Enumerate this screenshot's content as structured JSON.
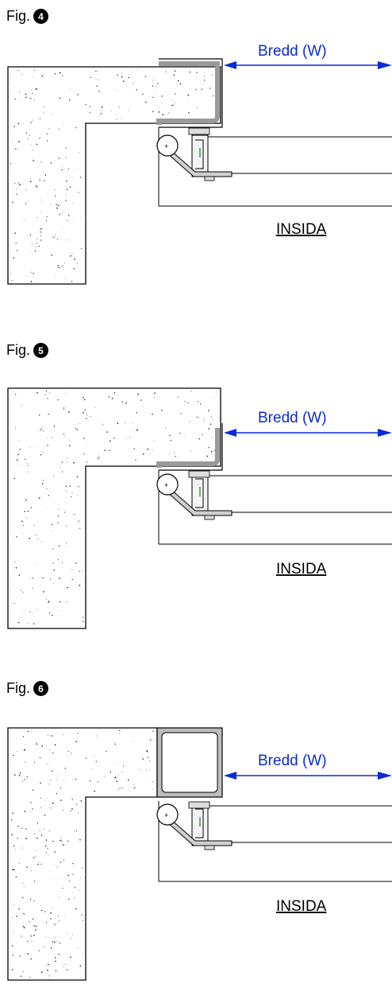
{
  "figures": [
    {
      "prefix": "Fig.",
      "number": "4",
      "dimension_label": "Bredd (W)",
      "inside_label": "INSIDA",
      "frame_type": "angle-profile"
    },
    {
      "prefix": "Fig.",
      "number": "5",
      "dimension_label": "Bredd (W)",
      "inside_label": "INSIDA",
      "frame_type": "short-angle-profile"
    },
    {
      "prefix": "Fig.",
      "number": "6",
      "dimension_label": "Bredd (W)",
      "inside_label": "INSIDA",
      "frame_type": "rectangular-tube"
    }
  ],
  "colors": {
    "dimension": "#0a2bd6",
    "line": "#000000",
    "hatch": "#7a7a7a",
    "accent_green": "#3a9a3a"
  }
}
